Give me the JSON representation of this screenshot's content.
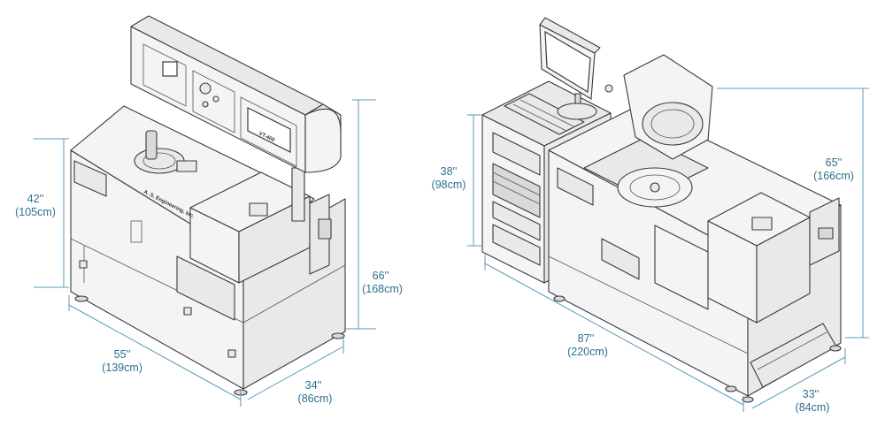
{
  "machine_left": {
    "height_dim": {
      "inches": "42''",
      "cm": "(105cm)"
    },
    "total_height_dim": {
      "inches": "66''",
      "cm": "(168cm)"
    },
    "width_dim": {
      "inches": "55''",
      "cm": "(139cm)"
    },
    "depth_dim": {
      "inches": "34''",
      "cm": "(86cm)"
    },
    "panel_label": "VT-400",
    "front_label": "A. S. Engineering, Inc."
  },
  "machine_right": {
    "height_dim": {
      "inches": "38''",
      "cm": "(98cm)"
    },
    "total_height_dim": {
      "inches": "65''",
      "cm": "(166cm)"
    },
    "width_dim": {
      "inches": "87''",
      "cm": "(220cm)"
    },
    "depth_dim": {
      "inches": "33''",
      "cm": "(84cm)"
    }
  },
  "colors": {
    "dimension": "#2e6f8e",
    "line": "#3a3a3a",
    "panel": "#f4f4f4"
  }
}
